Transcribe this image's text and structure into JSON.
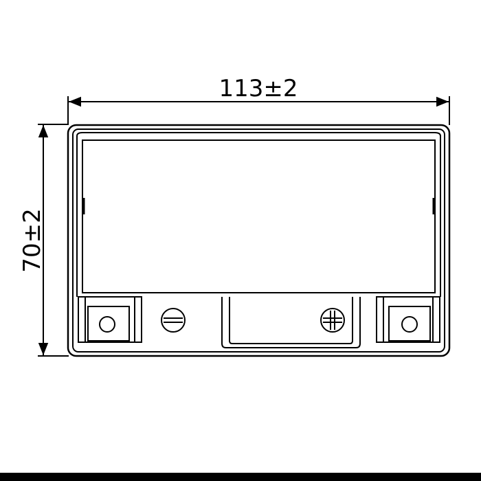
{
  "drawing": {
    "width_dimension": "113±2",
    "height_dimension": "70±2",
    "terminals": [
      {
        "name": "negative-terminal",
        "symbol": "−"
      },
      {
        "name": "positive-terminal",
        "symbol": "+"
      }
    ],
    "line_color": "#000000",
    "background_color": "#ffffff"
  }
}
